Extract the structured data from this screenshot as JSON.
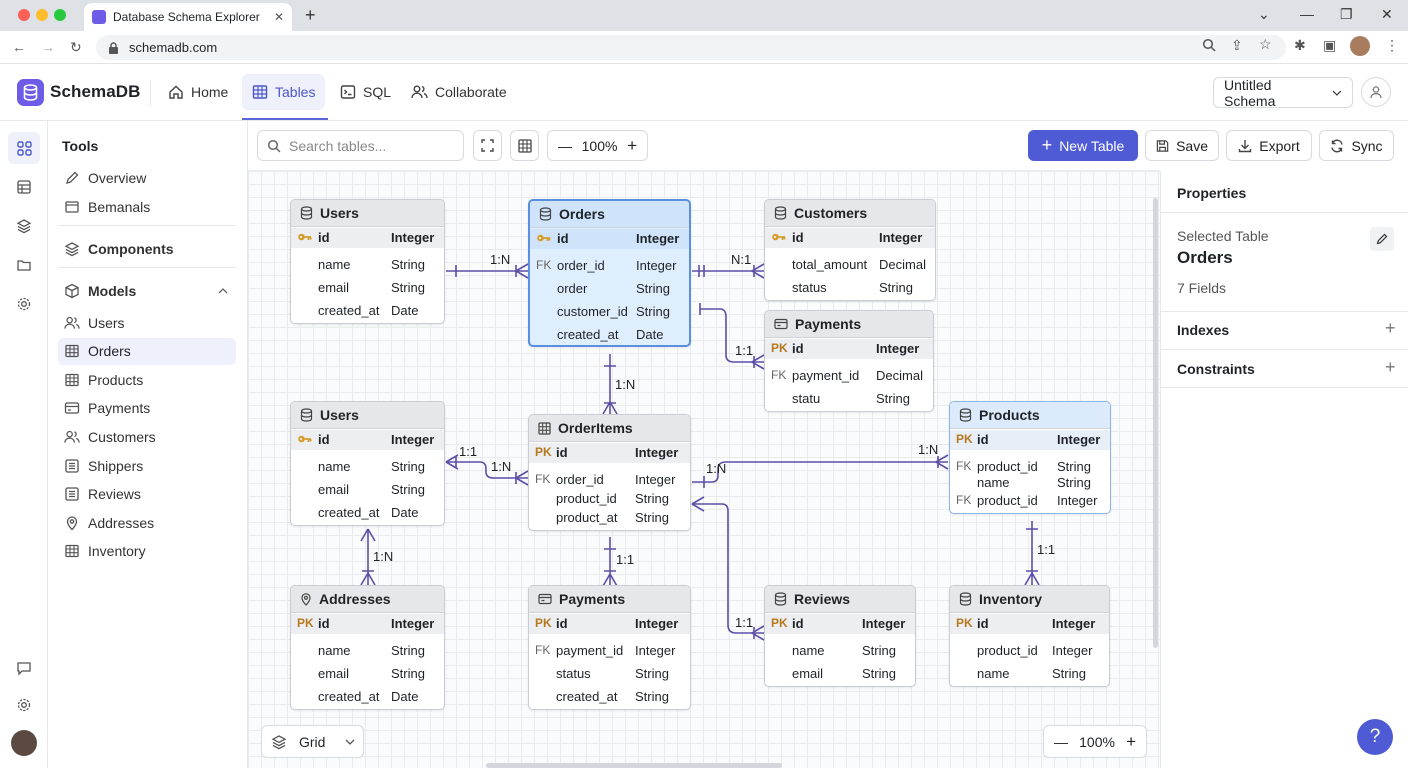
{
  "browser": {
    "tab_title": "Database Schema Explorer",
    "url": "schemadb.com"
  },
  "app": {
    "brand": "SchemaDB",
    "nav": [
      {
        "label": "Home",
        "icon": "home-icon"
      },
      {
        "label": "Tables",
        "icon": "table-icon",
        "active": true
      },
      {
        "label": "SQL",
        "icon": "terminal-icon"
      },
      {
        "label": "Collaborate",
        "icon": "users-icon"
      }
    ],
    "schema_name": "Untitled Schema"
  },
  "sidebar": {
    "tools_header": "Tools",
    "tools": [
      {
        "label": "Overview",
        "icon": "pencil-icon"
      },
      {
        "label": "Bemanals",
        "icon": "window-icon"
      }
    ],
    "components_label": "Components",
    "models_label": "Models",
    "models": [
      {
        "label": "Users",
        "icon": "users-icon"
      },
      {
        "label": "Orders",
        "icon": "table-icon",
        "active": true
      },
      {
        "label": "Products",
        "icon": "table-icon"
      },
      {
        "label": "Payments",
        "icon": "card-icon"
      },
      {
        "label": "Customers",
        "icon": "users-icon"
      },
      {
        "label": "Shippers",
        "icon": "list-icon"
      },
      {
        "label": "Reviews",
        "icon": "list-icon"
      },
      {
        "label": "Addresses",
        "icon": "pin-icon"
      },
      {
        "label": "Inventory",
        "icon": "table-icon"
      }
    ]
  },
  "toolbar": {
    "search_placeholder": "Search tables...",
    "zoom": "100%",
    "new_table": "New Table",
    "save": "Save",
    "export": "Export",
    "sync": "Sync"
  },
  "canvas": {
    "grid_label": "Grid",
    "zoom": "100%",
    "tables": [
      {
        "id": "users1",
        "name": "Users",
        "icon": "db",
        "fields": [
          {
            "m": "key",
            "n": "id",
            "t": "Integer"
          },
          {
            "m": "",
            "n": "name",
            "t": "String"
          },
          {
            "m": "",
            "n": "email",
            "t": "String"
          },
          {
            "m": "",
            "n": "created_at",
            "t": "Date"
          }
        ]
      },
      {
        "id": "orders",
        "name": "Orders",
        "icon": "db",
        "fields": [
          {
            "m": "key",
            "n": "id",
            "t": "Integer"
          },
          {
            "m": "FK",
            "n": "order_id",
            "t": "Integer"
          },
          {
            "m": "",
            "n": "order",
            "t": "String"
          },
          {
            "m": "",
            "n": "customer_id",
            "t": "String"
          },
          {
            "m": "",
            "n": "created_at",
            "t": "Date"
          }
        ]
      },
      {
        "id": "customers",
        "name": "Customers",
        "icon": "db",
        "fields": [
          {
            "m": "key",
            "n": "id",
            "t": "Integer"
          },
          {
            "m": "",
            "n": "total_amount",
            "t": "Decimal"
          },
          {
            "m": "",
            "n": "status",
            "t": "String"
          }
        ]
      },
      {
        "id": "payments1",
        "name": "Payments",
        "icon": "card",
        "fields": [
          {
            "m": "PK",
            "n": "id",
            "t": "Integer"
          },
          {
            "m": "FK",
            "n": "payment_id",
            "t": "Decimal"
          },
          {
            "m": "",
            "n": "statu",
            "t": "String"
          }
        ]
      },
      {
        "id": "users2",
        "name": "Users",
        "icon": "db",
        "fields": [
          {
            "m": "key",
            "n": "id",
            "t": "Integer"
          },
          {
            "m": "",
            "n": "name",
            "t": "String"
          },
          {
            "m": "",
            "n": "email",
            "t": "String"
          },
          {
            "m": "",
            "n": "created_at",
            "t": "Date"
          }
        ]
      },
      {
        "id": "orderitems",
        "name": "OrderItems",
        "icon": "grid",
        "fields": [
          {
            "m": "PK",
            "n": "id",
            "t": "Integer"
          },
          {
            "m": "FK",
            "n": "order_id",
            "t": "Integer"
          },
          {
            "m": "",
            "n": "product_id",
            "t": "String"
          },
          {
            "m": "",
            "n": "product_at",
            "t": "String"
          }
        ]
      },
      {
        "id": "products",
        "name": "Products",
        "icon": "db",
        "fields": [
          {
            "m": "PK",
            "n": "id",
            "t": "Integer"
          },
          {
            "m": "FK",
            "n": "product_id",
            "t": "String"
          },
          {
            "m": "",
            "n": "name",
            "t": "String"
          },
          {
            "m": "FK",
            "n": "product_id",
            "t": "Integer"
          }
        ]
      },
      {
        "id": "addresses",
        "name": "Addresses",
        "icon": "pin",
        "fields": [
          {
            "m": "PK",
            "n": "id",
            "t": "Integer"
          },
          {
            "m": "",
            "n": "name",
            "t": "String"
          },
          {
            "m": "",
            "n": "email",
            "t": "String"
          },
          {
            "m": "",
            "n": "created_at",
            "t": "Date"
          }
        ]
      },
      {
        "id": "payments2",
        "name": "Payments",
        "icon": "card",
        "fields": [
          {
            "m": "PK",
            "n": "id",
            "t": "Integer"
          },
          {
            "m": "FK",
            "n": "payment_id",
            "t": "Integer"
          },
          {
            "m": "",
            "n": "status",
            "t": "String"
          },
          {
            "m": "",
            "n": "created_at",
            "t": "String"
          }
        ]
      },
      {
        "id": "reviews",
        "name": "Reviews",
        "icon": "db",
        "fields": [
          {
            "m": "PK",
            "n": "id",
            "t": "Integer"
          },
          {
            "m": "",
            "n": "name",
            "t": "String"
          },
          {
            "m": "",
            "n": "email",
            "t": "String"
          }
        ]
      },
      {
        "id": "inventory",
        "name": "Inventory",
        "icon": "db",
        "fields": [
          {
            "m": "PK",
            "n": "id",
            "t": "Integer"
          },
          {
            "m": "",
            "n": "product_id",
            "t": "Integer"
          },
          {
            "m": "",
            "n": "name",
            "t": "String"
          }
        ]
      }
    ],
    "relations": [
      {
        "from": "users1",
        "to": "orders",
        "label": "1:N"
      },
      {
        "from": "orders",
        "to": "customers",
        "label": "N:1"
      },
      {
        "from": "orders",
        "to": "payments1",
        "label": "1:1"
      },
      {
        "from": "orders",
        "to": "orderitems",
        "label": "1:N"
      },
      {
        "from": "users2",
        "to": "orderitems",
        "label": "1:1"
      },
      {
        "from": "users2",
        "to": "orderitems",
        "label": "1:N"
      },
      {
        "from": "orderitems",
        "to": "products",
        "label": "1:N"
      },
      {
        "from": "orderitems",
        "to": "products",
        "label": "1:N"
      },
      {
        "from": "users2",
        "to": "addresses",
        "label": "1:N"
      },
      {
        "from": "orderitems",
        "to": "payments2",
        "label": "1:1"
      },
      {
        "from": "orderitems",
        "to": "reviews",
        "label": "1:1"
      },
      {
        "from": "products",
        "to": "inventory",
        "label": "1:1"
      }
    ]
  },
  "properties": {
    "title": "Properties",
    "selected_label": "Selected Table",
    "selected_name": "Orders",
    "fields_count": "7 Fields",
    "indexes": "Indexes",
    "constraints": "Constraints"
  },
  "help_label": "?",
  "colors": {
    "accent": "#4f5bd5",
    "relation": "#5b4fa8",
    "selected": "#dfeefc"
  }
}
